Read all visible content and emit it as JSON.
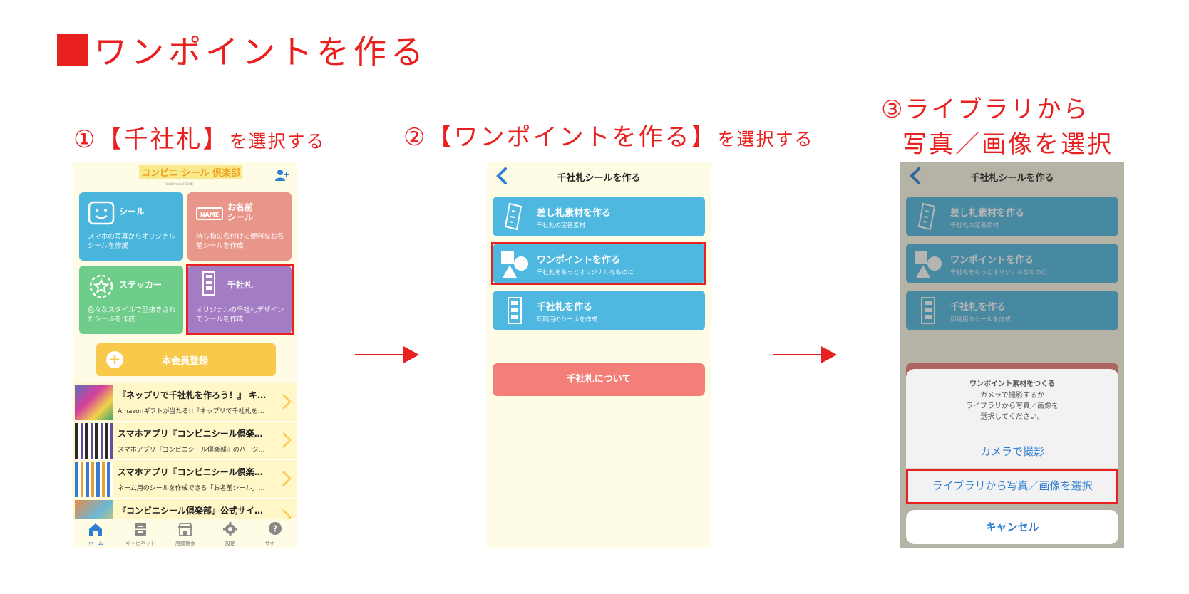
{
  "page": {
    "title": "ワンポイントを作る"
  },
  "steps": {
    "step1": {
      "num": "①",
      "main": "【千社札】",
      "suffix": "を選択する"
    },
    "step2": {
      "num": "②",
      "main": "【ワンポイントを作る】",
      "suffix": "を選択する"
    },
    "step3": {
      "line1": "③ライブラリから",
      "line2": "写真／画像を選択"
    }
  },
  "colors": {
    "accent": "#e8201f",
    "seal": "#49b4dc",
    "name_seal": "#e8968a",
    "sticker": "#6ecd8a",
    "senja": "#a47cc4",
    "register": "#f8c94a",
    "menu": "#4fb8e0",
    "about": "#f47f78",
    "link_blue": "#2f7fd0"
  },
  "home": {
    "logo": "コンビニ シール 倶楽部",
    "logo_sub": "Konbinseal Club",
    "tiles": [
      {
        "title": "シール",
        "desc": "スマホの写真からオリジナルシールを作成",
        "icon": "smile-sticker-icon"
      },
      {
        "title": "お名前\nシール",
        "badge": "NAME",
        "desc": "持ち物の名付けに便利なお名前シールを作成",
        "icon": "name-tag-icon"
      },
      {
        "title": "ステッカー",
        "desc": "色々なスタイルで型抜きされたシールを作成",
        "icon": "star-sticker-icon"
      },
      {
        "title": "千社札",
        "desc": "オリジナルの千社札デザインでシールを作成",
        "icon": "senja-fuda-icon"
      }
    ],
    "register_label": "本会員登録",
    "news": [
      {
        "title": "『ネップリで千社札を作ろう！』 キ…",
        "sub": "Amazonギフトが当たる!!『ネップリで千社札を…"
      },
      {
        "title": "スマホアプリ『コンビニシール倶楽…",
        "sub": "スマホアプリ『コンビニシール倶楽部』のバージ…"
      },
      {
        "title": "スマホアプリ『コンビニシール倶楽…",
        "sub": "ネーム用のシールを作成できる「お名前シール」…"
      },
      {
        "title": "『コンビニシール倶楽部』公式サイ…",
        "sub": ""
      }
    ],
    "tabs": [
      {
        "label": "ホーム",
        "icon": "home-icon"
      },
      {
        "label": "キャビネット",
        "icon": "cabinet-icon"
      },
      {
        "label": "店舗検索",
        "icon": "store-icon"
      },
      {
        "label": "設定",
        "icon": "gear-icon"
      },
      {
        "label": "サポート",
        "icon": "help-icon"
      }
    ]
  },
  "senja_menu": {
    "nav_title": "千社札シールを作る",
    "items": [
      {
        "title": "差し札素材を作る",
        "sub": "千社札の定番素材"
      },
      {
        "title": "ワンポイントを作る",
        "sub": "千社札をもっとオリジナルなものに"
      },
      {
        "title": "千社札を作る",
        "sub": "印刷用のシールを作成"
      }
    ],
    "about_label": "千社札について"
  },
  "action_sheet": {
    "title": "ワンポイント素材をつくる",
    "message_lines": [
      "カメラで撮影するか",
      "ライブラリから写真／画像を",
      "選択してください。"
    ],
    "camera": "カメラで撮影",
    "library": "ライブラリから写真／画像を選択",
    "cancel": "キャンセル"
  }
}
